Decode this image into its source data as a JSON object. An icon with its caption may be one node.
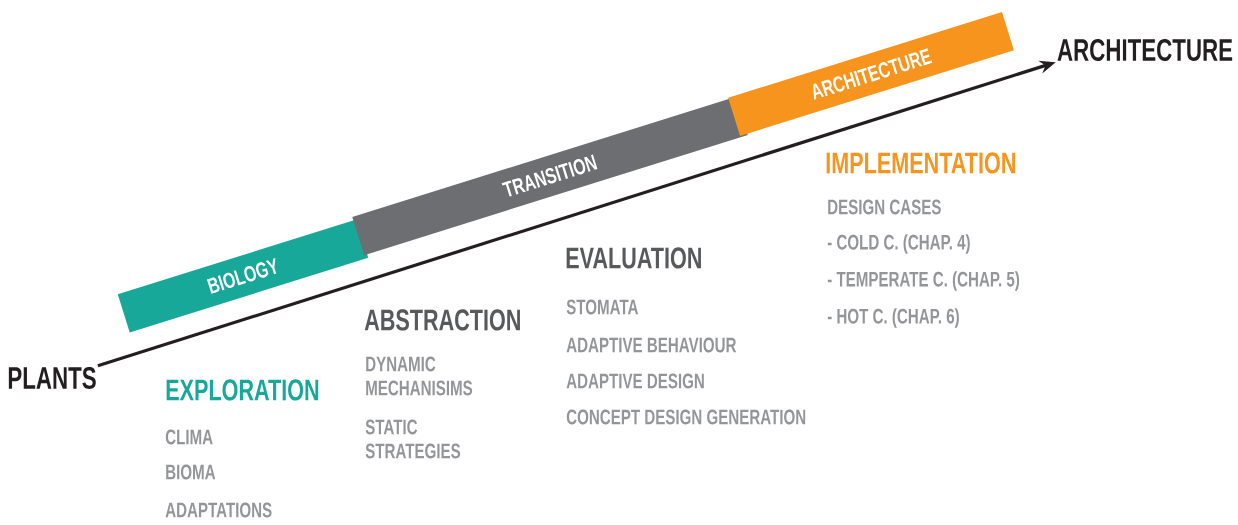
{
  "diagram": {
    "nodes": [
      {
        "text": [
          "PLANTS"
        ]
      },
      {
        "text": [
          "ARCHITECTURE"
        ]
      },
      {
        "text": [
          "BIOLOGY"
        ]
      },
      {
        "text": [
          "TRANSITION"
        ]
      },
      {
        "text": [
          "ARCHITECTURE"
        ]
      }
    ],
    "edges": [
      {
        "from": 0,
        "to": 1,
        "arrow": "to"
      }
    ],
    "labels": [
      "IMPLEMENTATION",
      "DESIGN CASES",
      "- COLD C. (CHAP. 4)",
      "- TEMPERATE C. (CHAP. 5)",
      "- HOT C. (CHAP. 6)",
      "EVALUATION",
      "STOMATA",
      "ADAPTIVE BEHAVIOUR",
      "ADAPTIVE DESIGN",
      "CONCEPT DESIGN GENERATION",
      "ABSTRACTION",
      "DYNAMIC MECHANISIMS",
      "STATIC STRATEGIES",
      "EXPLORATION",
      "CLIMA",
      "BIOMA",
      "ADAPTATIONS"
    ]
  }
}
